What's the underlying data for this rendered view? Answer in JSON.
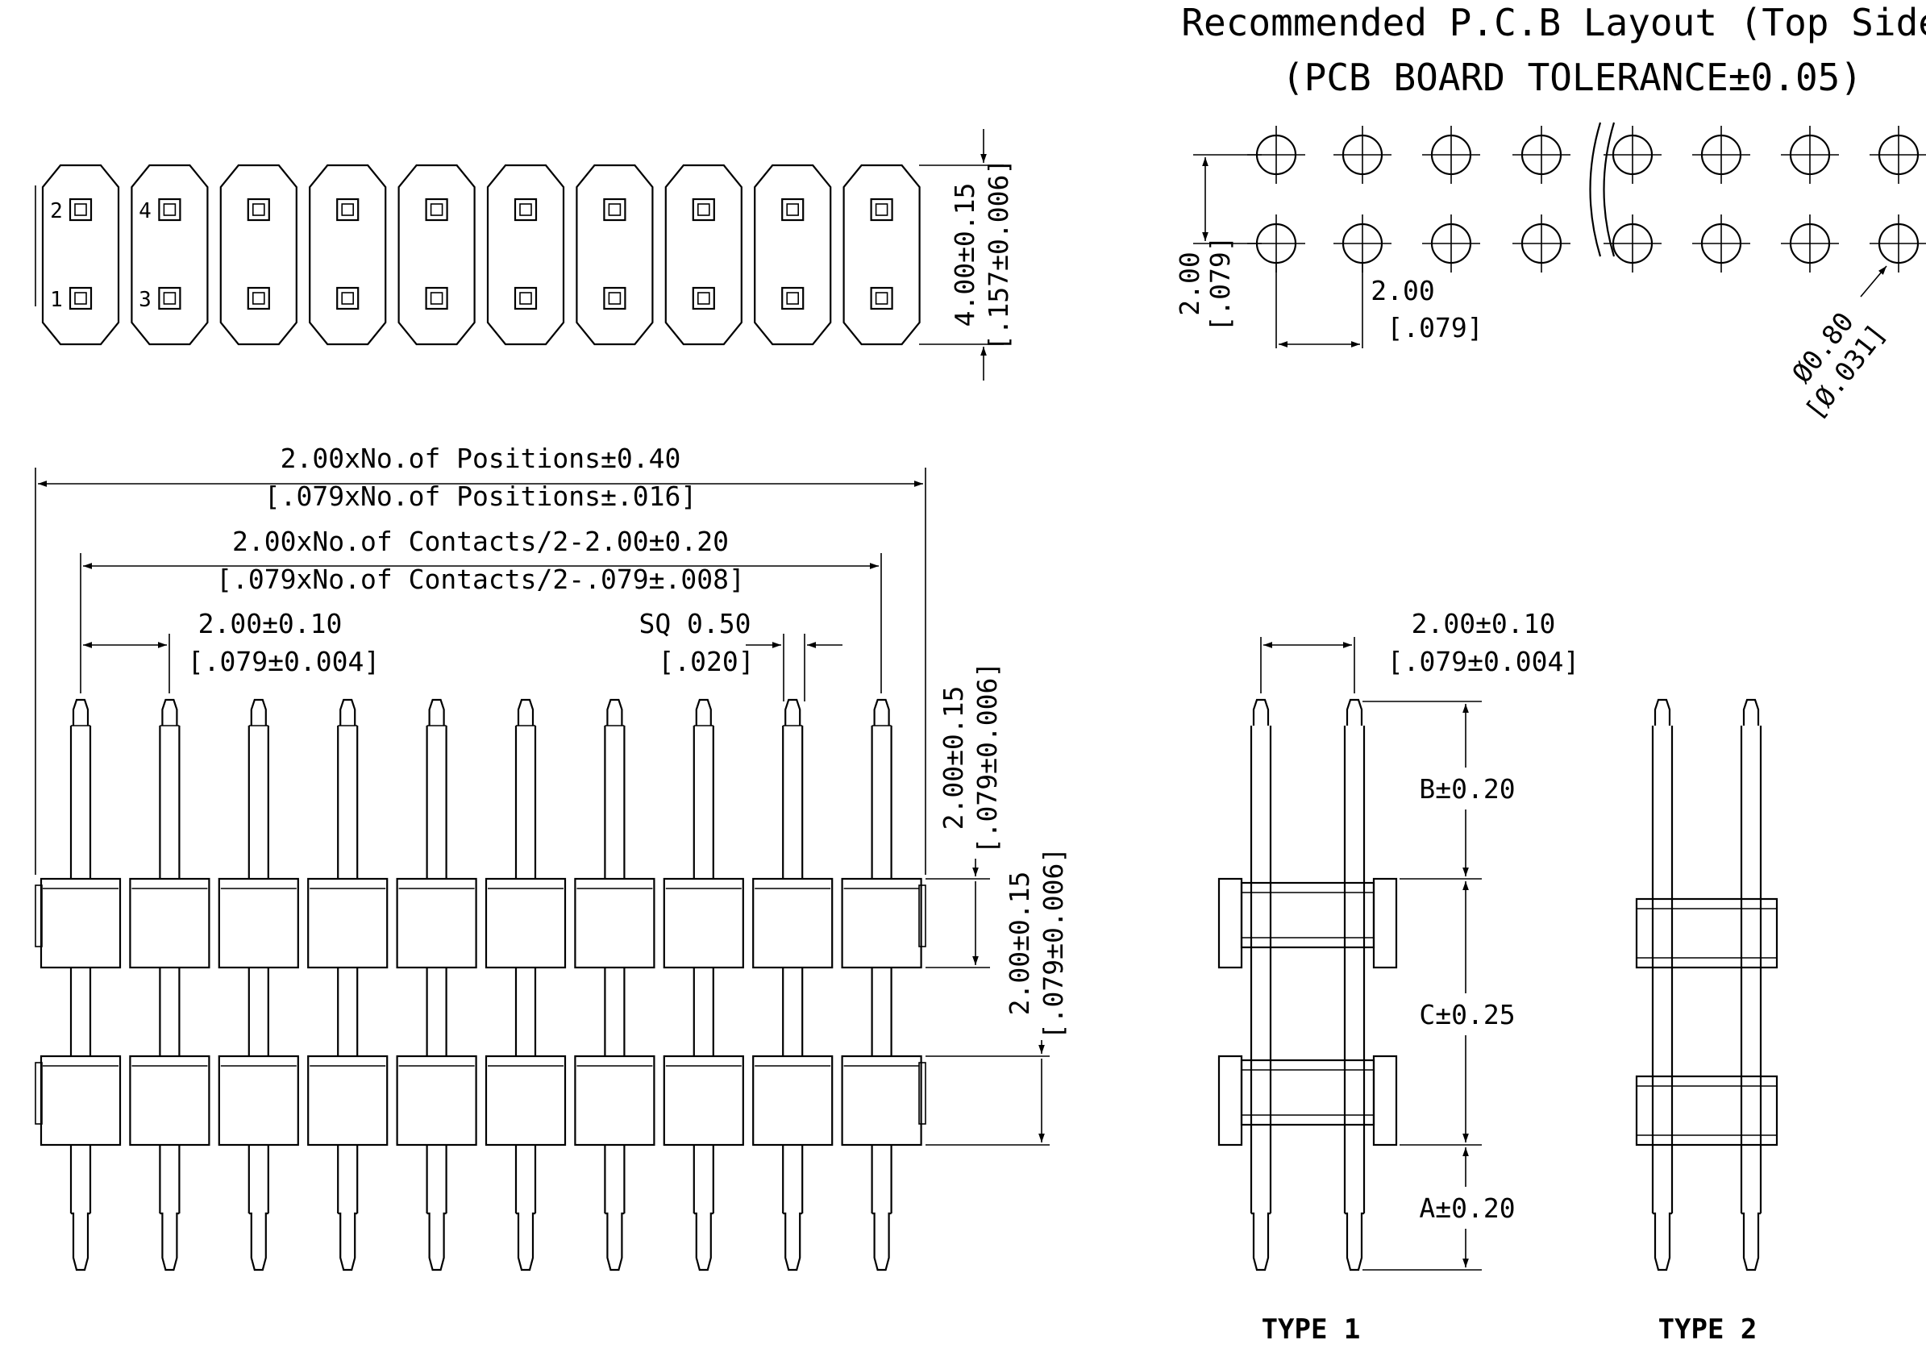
{
  "pcb": {
    "title_line1": "Recommended P.C.B Layout (Top Side)",
    "title_line2": "(PCB BOARD TOLERANCE±0.05)",
    "row_pitch": "2.00",
    "row_pitch_in": "[.079]",
    "col_pitch": "2.00",
    "col_pitch_in": "[.079]",
    "hole_dia": "Ø0.80",
    "hole_dia_in": "[Ø.031]"
  },
  "top_view": {
    "pin_labels": [
      "2",
      "4",
      "1",
      "3"
    ],
    "width_dim": "4.00±0.15",
    "width_dim_in": "[.157±0.006]"
  },
  "front_view": {
    "overall_dim": "2.00xNo.of Positions±0.40",
    "overall_dim_in": "[.079xNo.of Positions±.016]",
    "span_dim": "2.00xNo.of Contacts/2-2.00±0.20",
    "span_dim_in": "[.079xNo.of Contacts/2-.079±.008]",
    "pitch_dim": "2.00±0.10",
    "pitch_dim_in": "[.079±0.004]",
    "pin_size": "SQ 0.50",
    "pin_size_in": "[.020]",
    "housing_h": "2.00±0.15",
    "housing_h_in": "[.079±0.006]",
    "housing2_h": "2.00±0.15",
    "housing2_h_in": "[.079±0.006]"
  },
  "side_view": {
    "pitch_dim": "2.00±0.10",
    "pitch_dim_in": "[.079±0.004]",
    "dim_b": "B±0.20",
    "dim_c": "C±0.25",
    "dim_a": "A±0.20",
    "type1": "TYPE 1",
    "type2": "TYPE 2"
  }
}
